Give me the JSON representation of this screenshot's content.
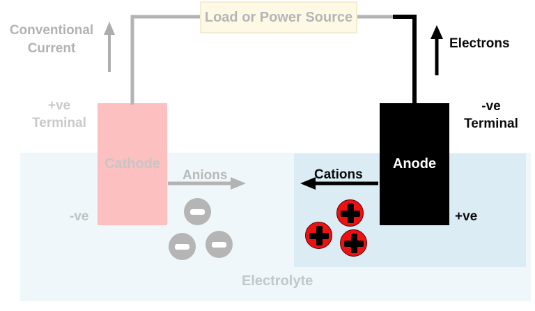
{
  "colors": {
    "electrolyte_light": "#f0f7fa",
    "electrolyte_dark": "#dcecf4",
    "cathode_pink": "#fcc0c0",
    "anode_black": "#000000",
    "load_box_bg": "#fdf9e4",
    "load_box_border": "#f3ecd0",
    "wire_gray": "#b3b3b3",
    "wire_black": "#000000",
    "cation_red": "#ee1111",
    "anion_gray": "#b5b5b5",
    "muted_text_gray": "#c9c9c9"
  },
  "load_box": {
    "label": "Load or Power Source"
  },
  "left": {
    "current_line1": "Conventional",
    "current_line2": "Current",
    "terminal_line1": "+ve",
    "terminal_line2": "Terminal",
    "electrode": "Cathode",
    "polarity": "-ve",
    "ions_label": "Anions",
    "ion_symbol": "-"
  },
  "right": {
    "flow_label": "Electrons",
    "terminal_line1": "-ve",
    "terminal_line2": "Terminal",
    "electrode": "Anode",
    "polarity": "+ve",
    "ions_label": "Cations",
    "ion_symbol": "+"
  },
  "electrolyte_label": "Electrolyte"
}
